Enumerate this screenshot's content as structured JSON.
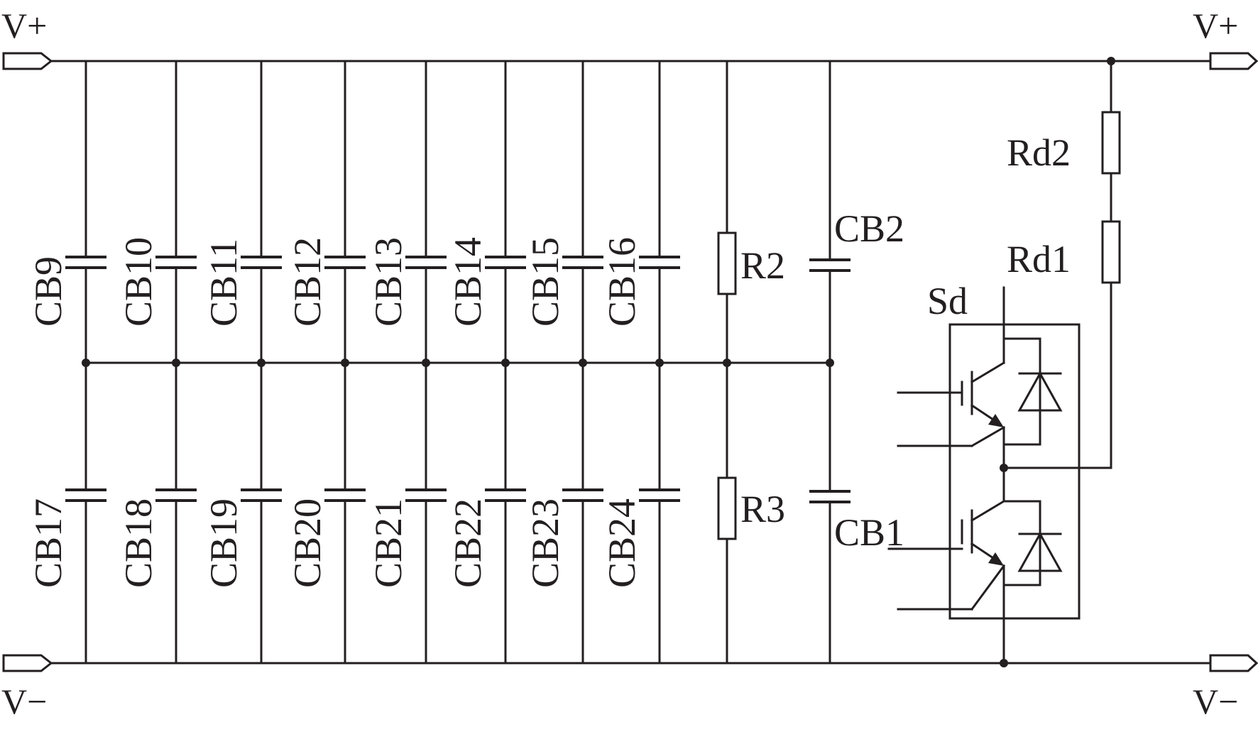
{
  "terminals": {
    "top_left": "V+",
    "top_right": "V+",
    "bottom_left": "V−",
    "bottom_right": "V−"
  },
  "upper_bank": [
    "CB9",
    "CB10",
    "CB11",
    "CB12",
    "CB13",
    "CB14",
    "CB15",
    "CB16"
  ],
  "lower_bank": [
    "CB17",
    "CB18",
    "CB19",
    "CB20",
    "CB21",
    "CB22",
    "CB23",
    "CB24"
  ],
  "balancing_resistors": {
    "upper": "R2",
    "lower": "R3"
  },
  "film_capacitors": {
    "upper": "CB2",
    "lower": "CB1"
  },
  "damping_resistors": {
    "upper": "Rd2",
    "lower": "Rd1"
  },
  "switch_module": {
    "label": "Sd"
  }
}
